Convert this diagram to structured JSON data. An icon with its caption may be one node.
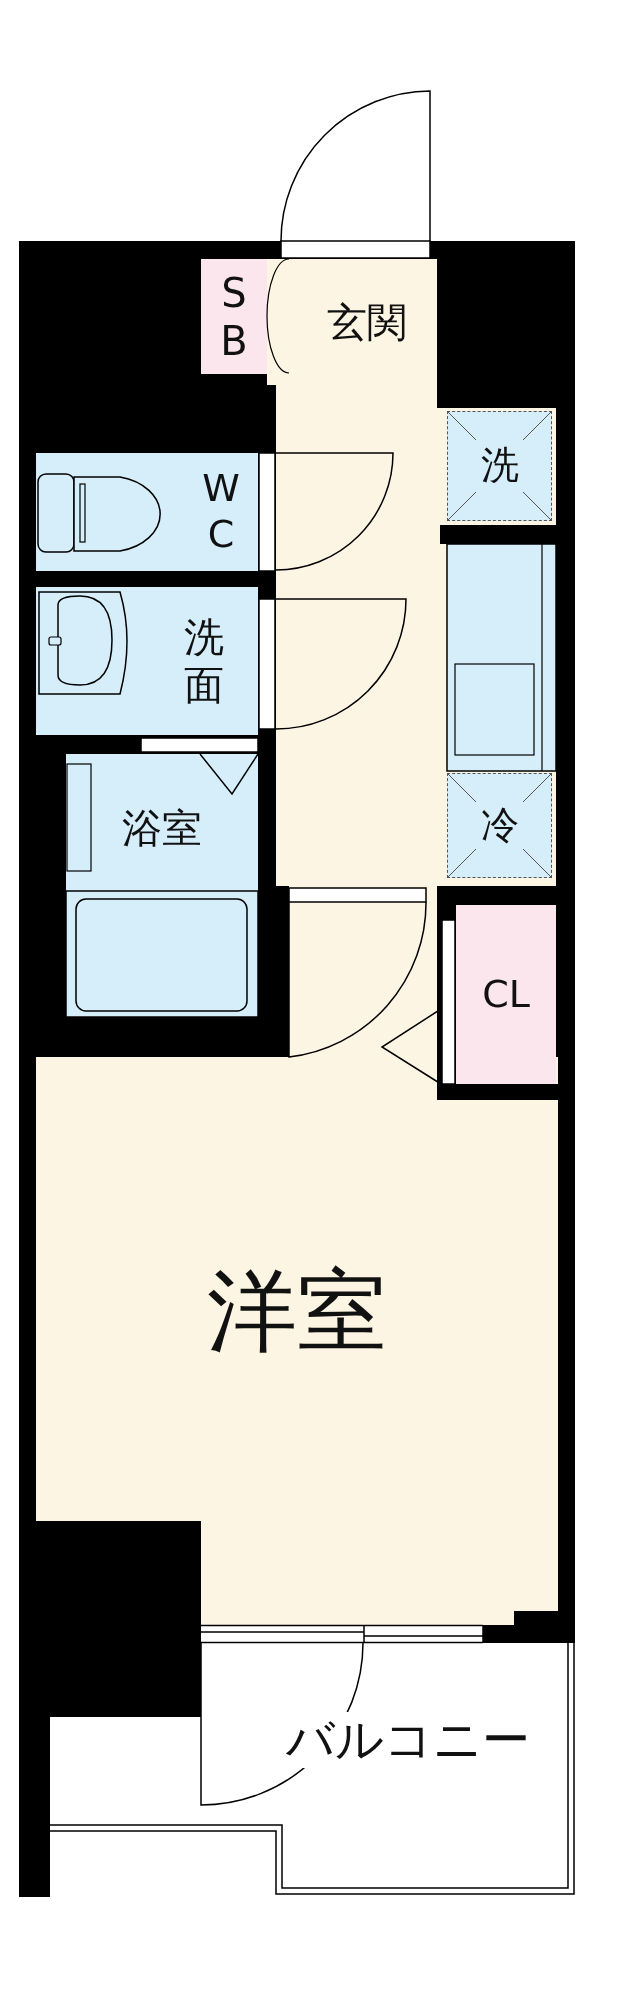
{
  "diagram": {
    "nodes": [
      {
        "text": [
          "SB"
        ]
      },
      {
        "text": [
          "玄関"
        ]
      },
      {
        "text": [
          "洗"
        ]
      },
      {
        "text": [
          "WC"
        ]
      },
      {
        "text": [
          "洗面"
        ]
      },
      {
        "text": [
          "浴室"
        ]
      },
      {
        "text": [
          "冷"
        ]
      },
      {
        "text": [
          "CL"
        ]
      },
      {
        "text": [
          "洋室"
        ]
      },
      {
        "text": [
          "バルコニー"
        ]
      }
    ]
  }
}
